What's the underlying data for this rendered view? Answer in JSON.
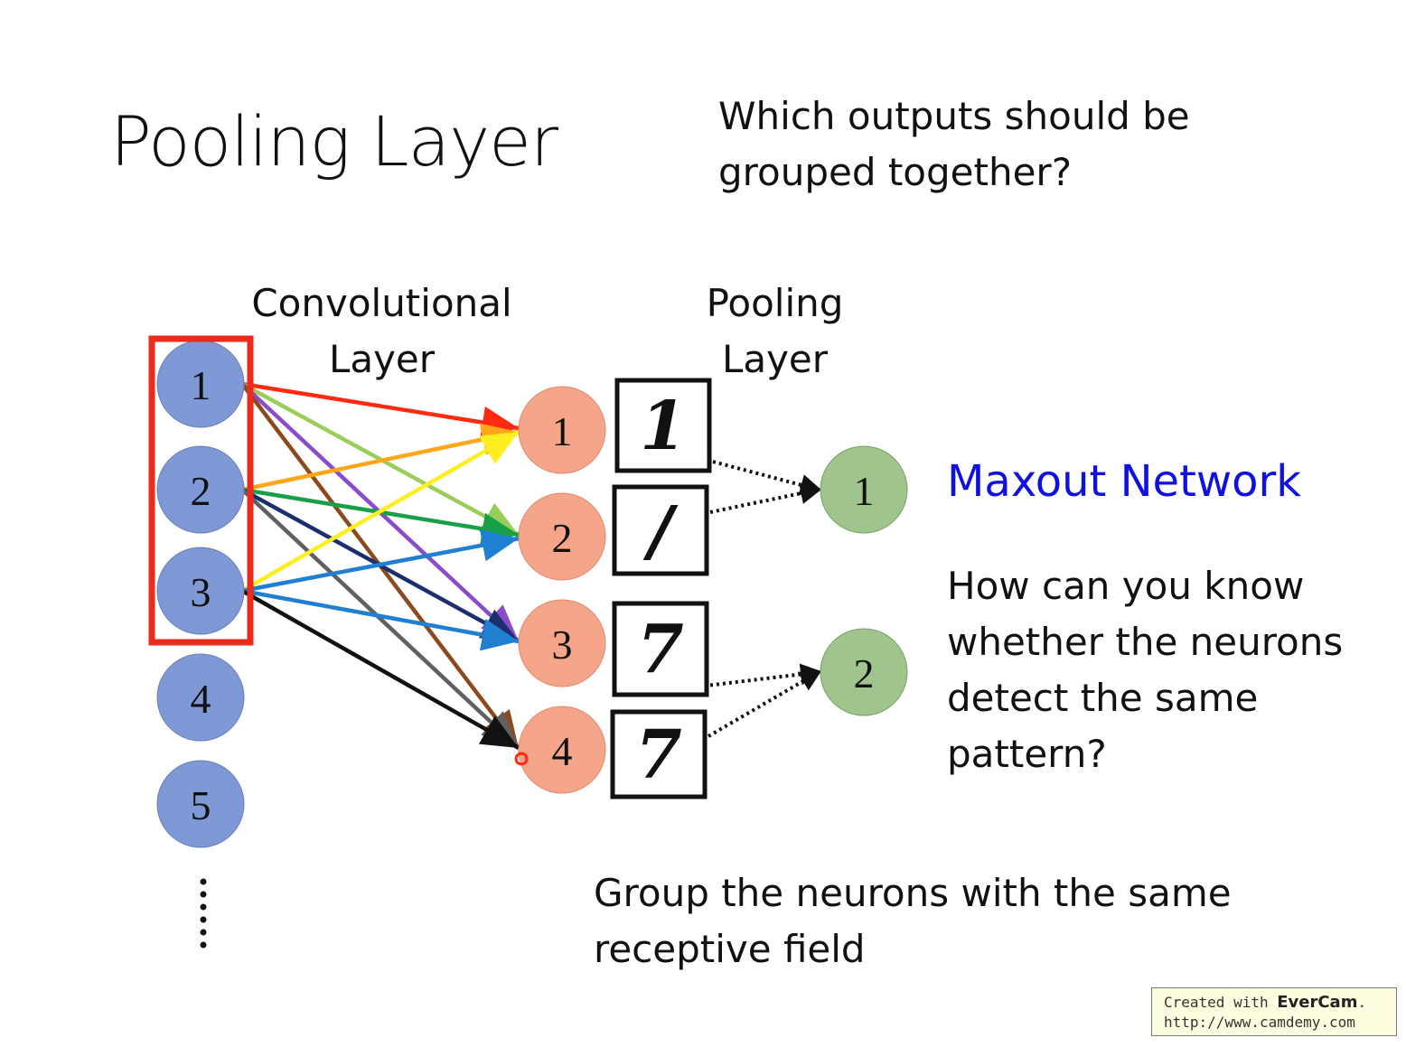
{
  "title": "Pooling Layer",
  "question": [
    "Which outputs should be",
    "grouped together?"
  ],
  "conv_label": [
    "Convolutional",
    "Layer"
  ],
  "pool_label": [
    "Pooling",
    "Layer"
  ],
  "maxout_label": "Maxout Network",
  "how_question": [
    "How can you know",
    "whether the neurons",
    "detect the same",
    "pattern?"
  ],
  "group_text": [
    "Group the neurons with the same",
    "receptive field"
  ],
  "conv_neurons": [
    "1",
    "2",
    "3",
    "4",
    "5"
  ],
  "conv_neuron_color": "#7f98d6",
  "conv_continuation": "......",
  "feature_neurons": [
    "1",
    "2",
    "3",
    "4"
  ],
  "feature_neuron_color": "#f4a58a",
  "feature_images": [
    "1",
    "/",
    "7",
    "7"
  ],
  "pool_neurons": [
    "1",
    "2"
  ],
  "pool_neuron_color": "#9fc58c",
  "highlight_box_color": "#ee2a1c",
  "edge_colors": [
    "#ff2a10",
    "#9acd5a",
    "#8a4cc8",
    "#8b4a1c",
    "#ffa61a",
    "#18a048",
    "#1c2f6c",
    "#606060",
    "#ffee20",
    "#1f7fd0",
    "#111111"
  ],
  "credit": {
    "prefix": "Created with ",
    "brand": "EverCam",
    "suffix": ".",
    "url": "http://www.camdemy.com"
  }
}
